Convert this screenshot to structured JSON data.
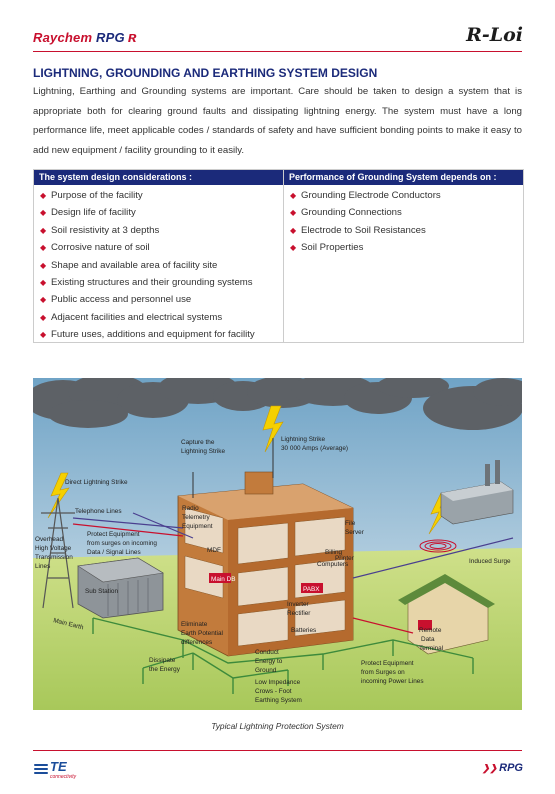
{
  "header": {
    "brand_left": "Raychem",
    "brand_left_rpg": "RPG",
    "brand_right": "R-Loi"
  },
  "title": "LIGHTNING, GROUNDING AND EARTHING SYSTEM DESIGN",
  "intro": "Lightning, Earthing and Grounding systems are important.  Care should be taken to design a system that is appropriate both for clearing ground faults and dissipating lightning energy. The system must have a long performance life, meet applicable codes / standards of safety and have sufficient bonding points to make it easy to add new equipment / facility grounding to it easily.",
  "considerations": {
    "heading": "The system design considerations :",
    "items": [
      "Purpose of the facility",
      "Design life of facility",
      "Soil resistivity at 3 depths",
      "Corrosive nature of soil",
      "Shape and available area of facility site",
      "Existing structures and their grounding systems",
      "Public access and personnel use",
      "Adjacent facilities and electrical systems",
      "Future uses, additions and equipment for facility"
    ]
  },
  "performance": {
    "heading": "Performance of Grounding System depends on :",
    "items": [
      "Grounding Electrode Conductors",
      "Grounding Connections",
      "Electrode to Soil Resistances",
      "Soil Properties"
    ]
  },
  "figure": {
    "labels": {
      "capture": "Capture the",
      "capture2": "Lightning Strike",
      "strike": "Lightning Strike",
      "strike2": "30 000 Amps (Average)",
      "direct": "Direct Lightning Strike",
      "telephone": "Telephone Lines",
      "radio": "Radio",
      "radio2": "Telemetry",
      "radio3": "Equipment",
      "overhead": "Overhead",
      "overhead2": "High Voltage",
      "overhead3": "Transmission",
      "overhead4": "Lines",
      "protect": "Protect Equipment",
      "protect2": "from surges on incoming",
      "protect3": "Data / Signal Lines",
      "mdf": "MDF",
      "file": "File",
      "file2": "Server",
      "billing": "Billing",
      "billing2": "Printer",
      "billing3": "Computers",
      "induced": "Induced Surge",
      "substation": "Sub Station",
      "maindb": "Main DB",
      "pabx": "PABX",
      "inverter": "Inverter",
      "rectifier": "Rectifier",
      "batteries": "Batteries",
      "mainearth": "Main Earth",
      "eliminate": "Eliminate",
      "eliminate2": "Earth Potential",
      "eliminate3": "differences",
      "dissipate": "Dissipate",
      "dissipate2": "the Energy",
      "conduct": "Conduct",
      "conduct2": "Energy to",
      "conduct3": "Ground",
      "lowimp": "Low Impedance",
      "lowimp2": "Crows - Foot",
      "lowimp3": "Earthing System",
      "protect_power": "Protect Equipment",
      "protect_power2": "from Surges on",
      "protect_power3": "incoming Power Lines",
      "remote": "Remote",
      "remote2": "Data",
      "remote3": "Terminal"
    },
    "caption": "Typical Lightning Protection System"
  },
  "footer": {
    "te": "TE",
    "te_sub": "connectivity",
    "rpg": "RPG"
  }
}
